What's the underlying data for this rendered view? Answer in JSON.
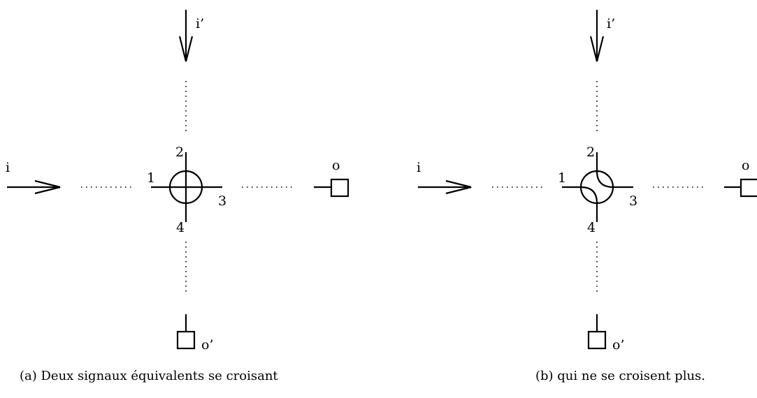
{
  "panel_a": {
    "labels": {
      "input_h": "i",
      "input_v": "i’",
      "output_h": "o",
      "output_v": "o’",
      "port_1": "1",
      "port_2": "2",
      "port_3": "3",
      "port_4": "4"
    },
    "caption": "(a) Deux signaux équivalents se croisant"
  },
  "panel_b": {
    "labels": {
      "input_h": "i",
      "input_v": "i’",
      "output_h": "o",
      "output_v": "o’",
      "port_1": "1",
      "port_2": "2",
      "port_3": "3",
      "port_4": "4"
    },
    "caption": "(b) qui ne se croisent plus."
  }
}
